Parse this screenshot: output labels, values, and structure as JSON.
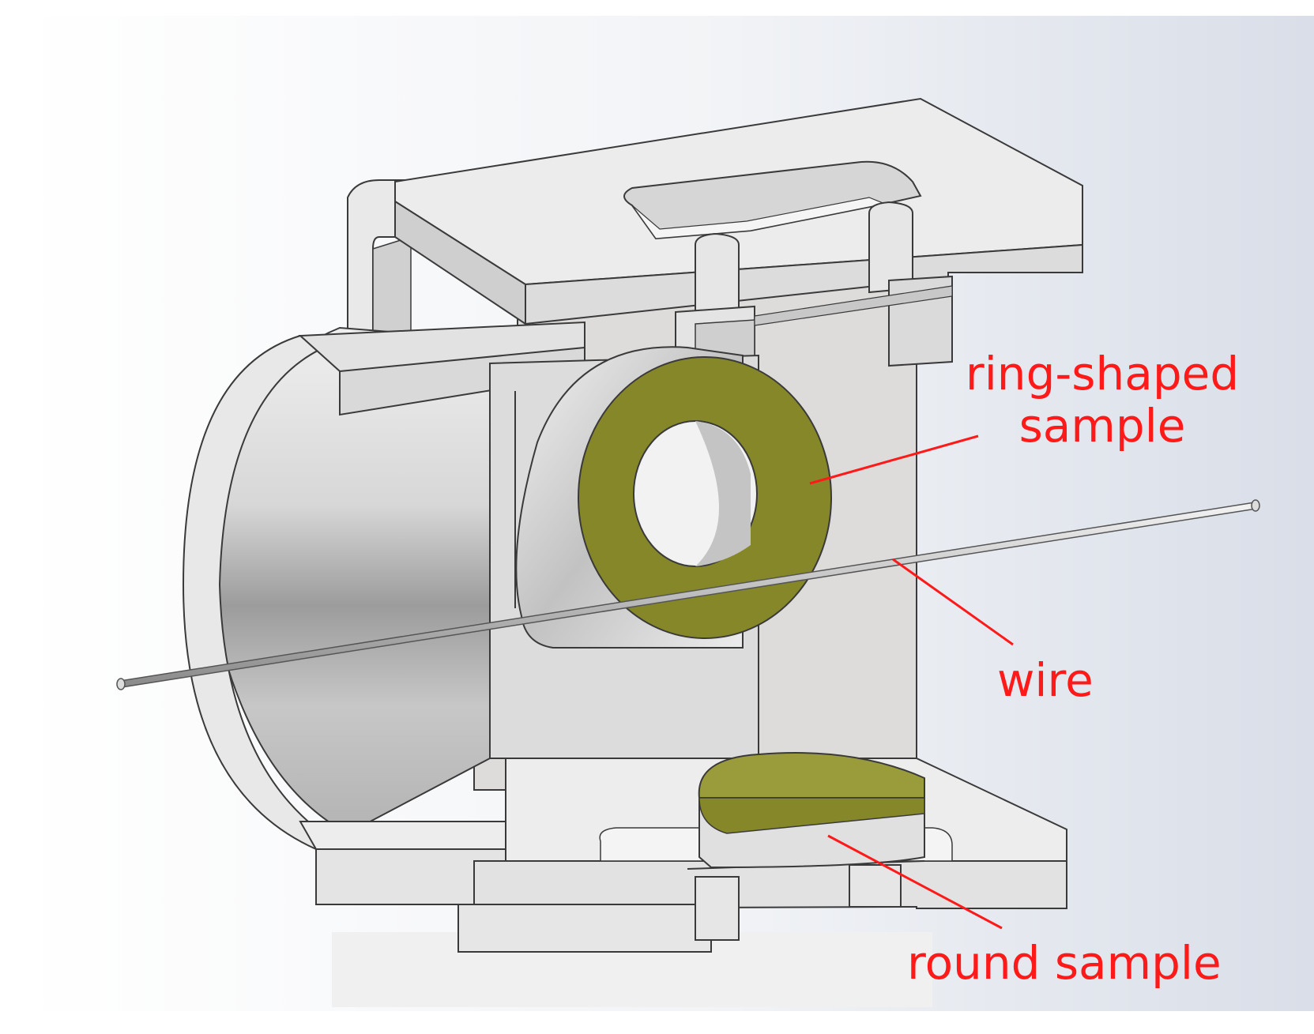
{
  "labels": {
    "ring_line1": "ring-shaped",
    "ring_line2": "sample",
    "wire": "wire",
    "round": "round sample"
  },
  "colors": {
    "annotation": "#ff1a1a",
    "sample_fill": "#868728",
    "sample_fill_light": "#9a9b3a",
    "metal_face": "#e2e2e2",
    "metal_shade": "#b8b8b8",
    "edge": "#3a3a3a"
  }
}
